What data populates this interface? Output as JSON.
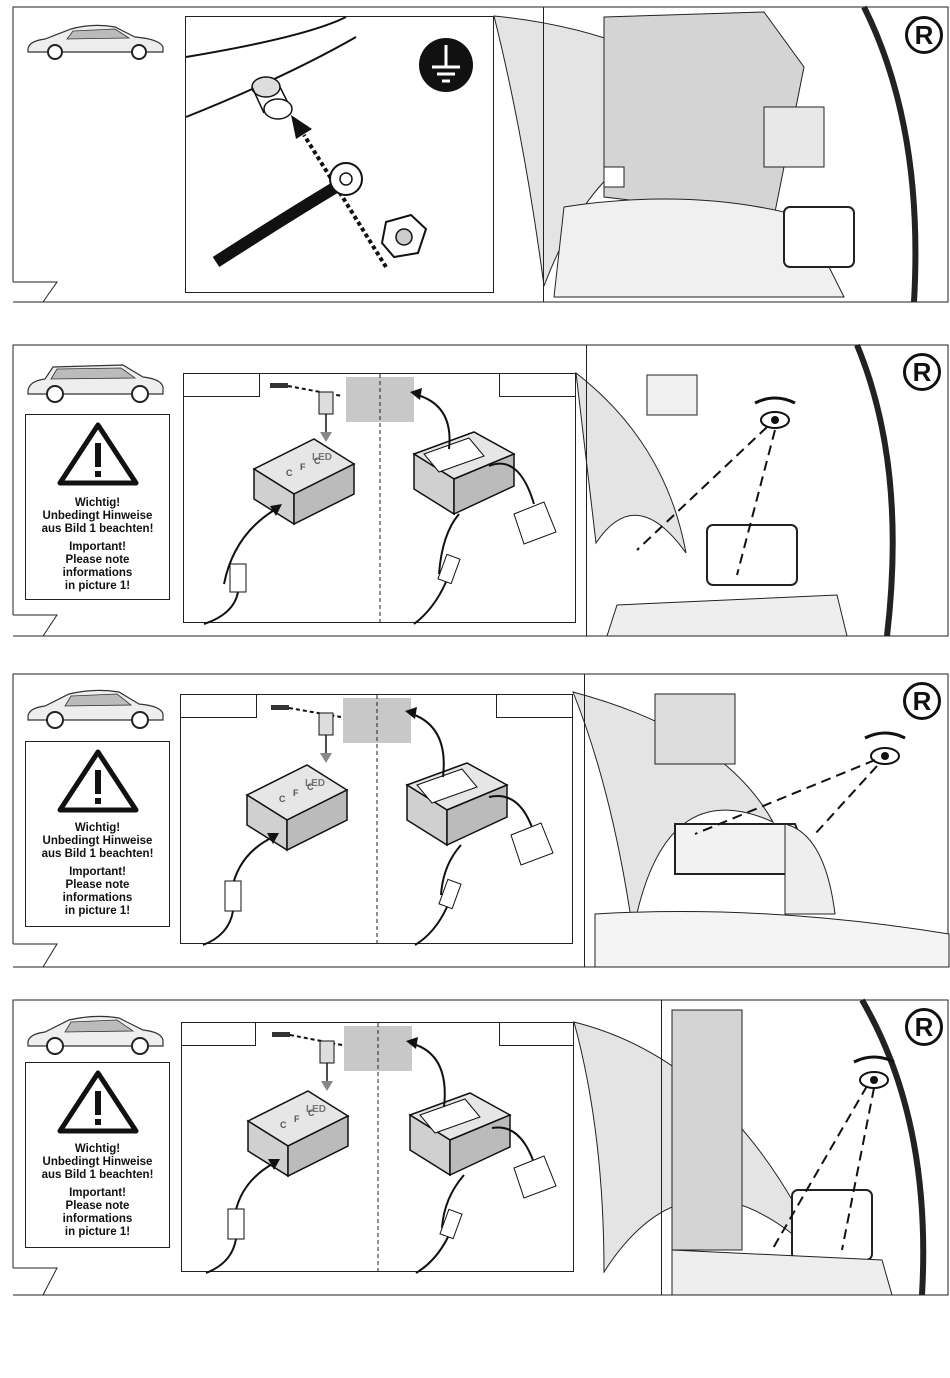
{
  "region_mark": "R",
  "warning": {
    "de_line1": "Wichtig!",
    "de_line2": "Unbedingt Hinweise",
    "de_line3": "aus Bild 1 beachten!",
    "en_line1": "Important!",
    "en_line2": "Please note",
    "en_line3": "informations",
    "en_line4": "in picture 1!"
  },
  "module_logo": {
    "brand": "LED",
    "letters": [
      "C",
      "F",
      "C"
    ]
  },
  "colors": {
    "line": "#111111",
    "gray_fill": "#c8c8c8",
    "light_fill": "#e6e6e6",
    "ground_symbol": "#111111"
  },
  "icons": [
    "ground-symbol-icon",
    "warning-triangle-icon",
    "eye-icon",
    "car-sedan-icon",
    "car-wagon-icon",
    "ring-terminal-icon",
    "nut-icon",
    "screw-icon",
    "connector-plug-icon",
    "adhesive-pad-icon"
  ]
}
